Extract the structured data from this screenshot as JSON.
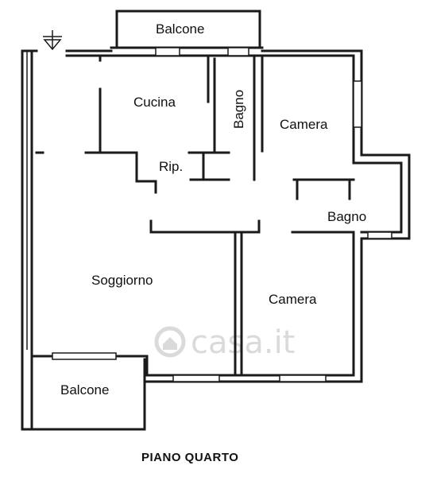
{
  "rooms": {
    "balcone_top": "Balcone",
    "cucina": "Cucina",
    "bagno_1": "Bagno",
    "camera_1": "Camera",
    "ripostiglio": "Rip.",
    "bagno_2": "Bagno",
    "soggiorno": "Soggiorno",
    "camera_2": "Camera",
    "balcone_bottom": "Balcone"
  },
  "floor_label": "PIANO QUARTO",
  "watermark": "casa.it",
  "icons": {
    "entrance": "entrance-arrow-icon",
    "watermark_logo": "house-logo-icon"
  }
}
